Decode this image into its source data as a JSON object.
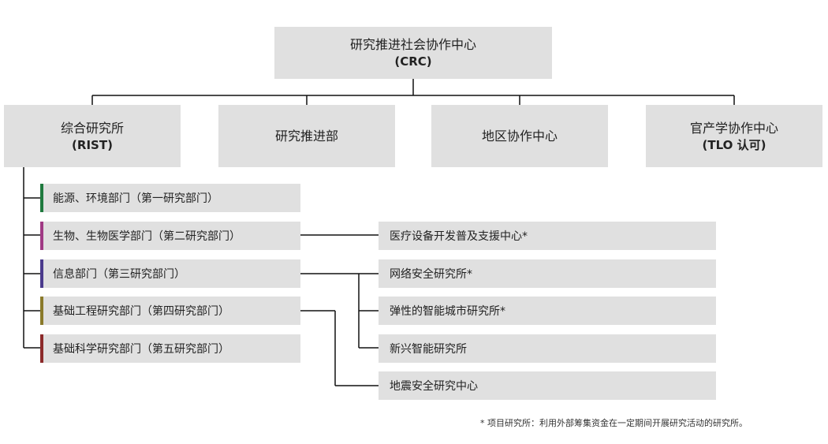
{
  "root": {
    "title": "研究推进社会协作中心",
    "abbr": "(CRC)"
  },
  "level2": [
    {
      "title": "综合研究所",
      "abbr": "(RIST)"
    },
    {
      "title": "研究推进部",
      "abbr": ""
    },
    {
      "title": "地区协作中心",
      "abbr": ""
    },
    {
      "title": "官产学协作中心",
      "abbr": "(TLO 认可)"
    }
  ],
  "departments": [
    {
      "label": "能源、环境部门（第一研究部门）",
      "color": "#1f7a3e"
    },
    {
      "label": "生物、生物医学部门（第二研究部门）",
      "color": "#a03a84"
    },
    {
      "label": "信息部门（第三研究部门）",
      "color": "#4a3a8c"
    },
    {
      "label": "基础工程研究部门（第四研究部门）",
      "color": "#8a7a2a"
    },
    {
      "label": "基础科学研究部门（第五研究部门）",
      "color": "#8c2a2a"
    }
  ],
  "institutes": [
    {
      "label": "医疗设备开发普及支援中心*"
    },
    {
      "label": "网络安全研究所*"
    },
    {
      "label": "弹性的智能城市研究所*"
    },
    {
      "label": "新兴智能研究所"
    },
    {
      "label": "地震安全研究中心"
    }
  ],
  "footnote": "* 项目研究所：利用外部筹集资金在一定期间开展研究活动的研究所。"
}
